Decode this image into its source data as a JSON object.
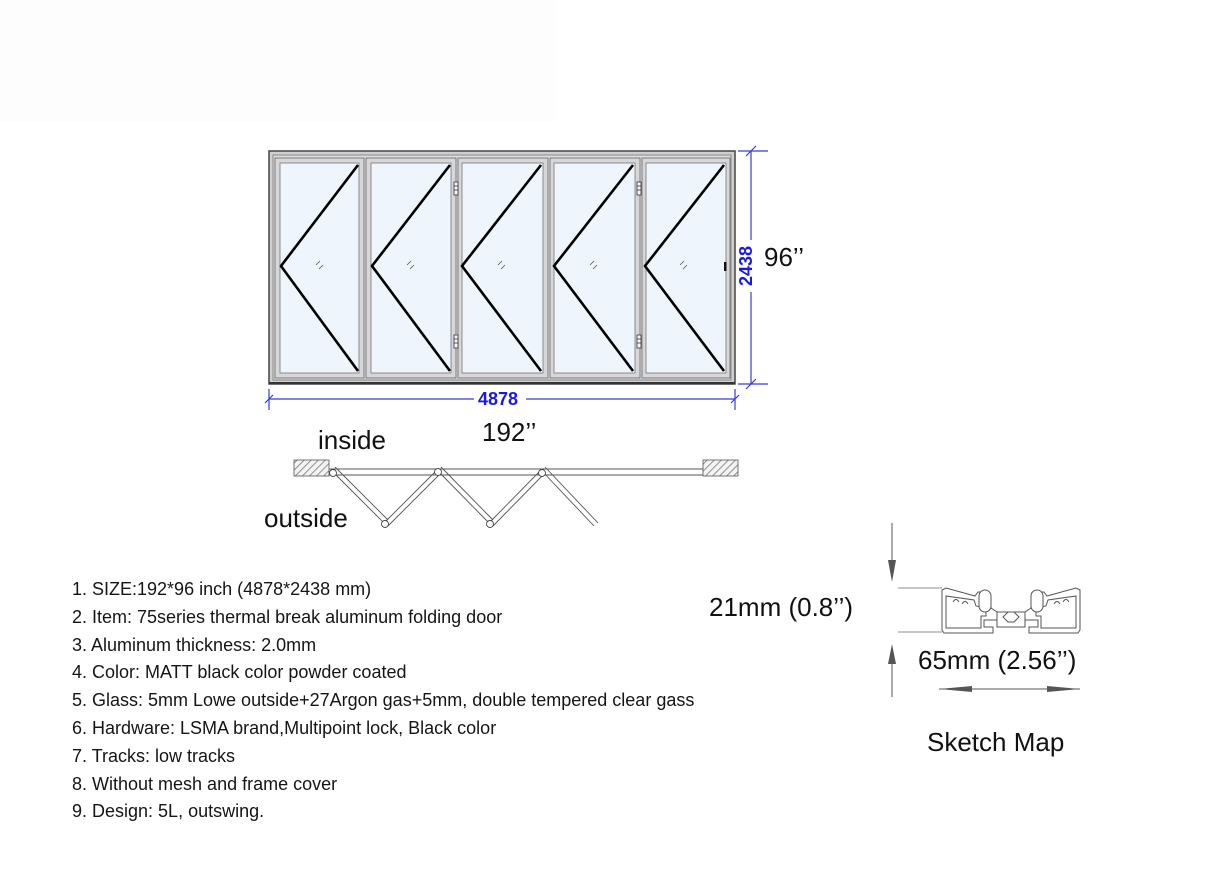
{
  "elevation": {
    "panel_count": 5,
    "width_mm": "4878",
    "height_mm": "2438",
    "width_in": "192’’",
    "height_in": "96’’",
    "dimension_color": "#1a1adf",
    "frame_color": "#555555",
    "glass_color": "#eef5fc"
  },
  "plan": {
    "inside_label": "inside",
    "outside_label": "outside"
  },
  "specs": {
    "items": [
      "1. SIZE:192*96 inch (4878*2438 mm)",
      "2. Item: 75series thermal break aluminum folding door",
      "3. Aluminum thickness: 2.0mm",
      "4. Color: MATT black color powder coated",
      "5. Glass: 5mm Lowe outside+27Argon gas+5mm, double tempered clear gass",
      "6. Hardware: LSMA brand,Multipoint lock, Black color",
      "7. Tracks: low tracks",
      "8. Without mesh and frame cover",
      "9. Design: 5L, outswing."
    ]
  },
  "profile": {
    "height_label": "21mm (0.8’’)",
    "width_label": "65mm (2.56’’)",
    "caption": "Sketch Map"
  }
}
